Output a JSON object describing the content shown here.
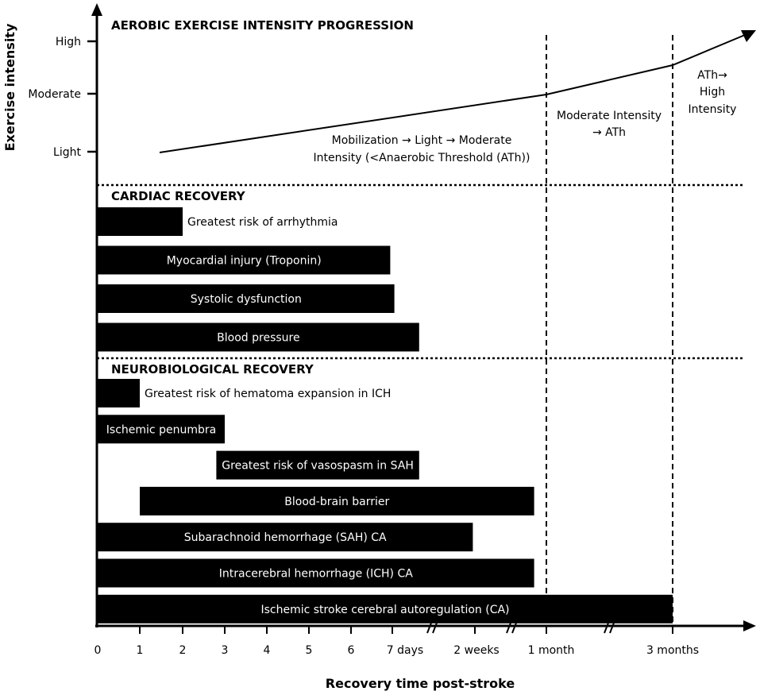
{
  "titles": {
    "aerobic": "AEROBIC EXERCISE INTENSITY PROGRESSION",
    "cardiac": "CARDIAC RECOVERY",
    "neuro": "NEUROBIOLOGICAL RECOVERY"
  },
  "axes": {
    "x_title": "Recovery time post-stroke",
    "y_title": "Exercise intensity",
    "x_ticks": [
      "0",
      "1",
      "2",
      "3",
      "4",
      "5",
      "6",
      "7 days",
      "2 weeks",
      "1 month",
      "3 months"
    ],
    "y_ticks": [
      "Light",
      "Moderate",
      "High"
    ]
  },
  "phases": {
    "phase1_line1": "Mobilization → Light → Moderate",
    "phase1_line2": "Intensity (<Anaerobic Threshold (ATh))",
    "phase2_line1": "Moderate Intensity",
    "phase2_line2": "→ ATh",
    "phase3_line1": "ATh→",
    "phase3_line2": "High",
    "phase3_line3": "Intensity"
  },
  "bars": {
    "cardiac": [
      {
        "label": "Greatest risk of arrhythmia",
        "start": 0,
        "end": 2,
        "label_outside": true
      },
      {
        "label": "Myocardial injury (Troponin)",
        "start": 0,
        "end": 6.95,
        "label_outside": false
      },
      {
        "label": "Systolic dysfunction",
        "start": 0,
        "end": 7.05,
        "label_outside": false
      },
      {
        "label": "Blood pressure",
        "start": 0,
        "end": 7.65,
        "label_outside": false
      }
    ],
    "neuro": [
      {
        "label": "Greatest risk of hematoma expansion in ICH",
        "start": 0,
        "end": 1,
        "label_outside": true
      },
      {
        "label": "Ischemic penumbra",
        "start": 0,
        "end": 3,
        "label_outside": false
      },
      {
        "label": "Greatest risk of vasospasm in SAH",
        "start": 2.8,
        "end": 7.65,
        "label_outside": false
      },
      {
        "label": "Blood-brain barrier",
        "start": 1,
        "end": 10.65,
        "label_outside": false
      },
      {
        "label": "Subarachnoid hemorrhage (SAH) CA",
        "start": 0,
        "end": 8.95,
        "label_outside": false
      },
      {
        "label": "Intracerebral hemorrhage (ICH) CA",
        "start": 0,
        "end": 10.65,
        "label_outside": false
      },
      {
        "label": "Ischemic stroke cerebral autoregulation (CA)",
        "start": 0,
        "end": 13.65,
        "label_outside": false
      }
    ]
  }
}
